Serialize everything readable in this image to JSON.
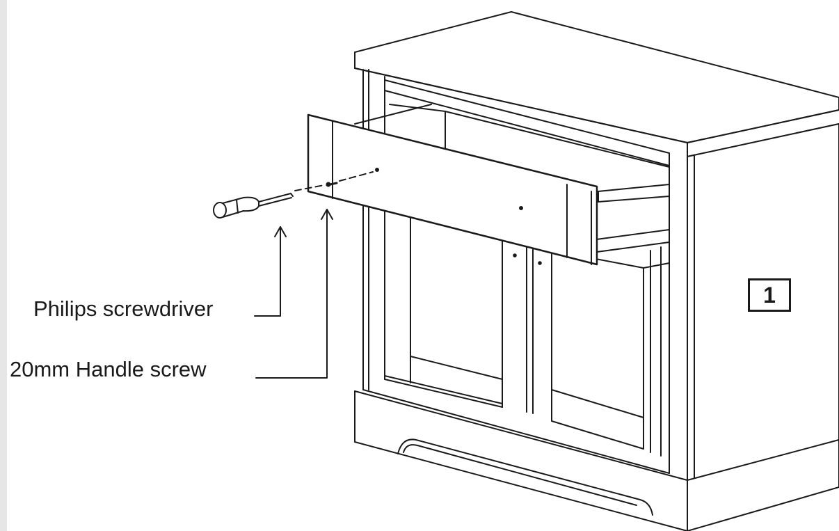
{
  "callouts": {
    "screwdriver": "Philips screwdriver",
    "screw": "20mm Handle screw"
  },
  "step_number": "1",
  "colors": {
    "line": "#1a1a1a",
    "background": "#ffffff",
    "gutter": "#e6e6e6"
  }
}
